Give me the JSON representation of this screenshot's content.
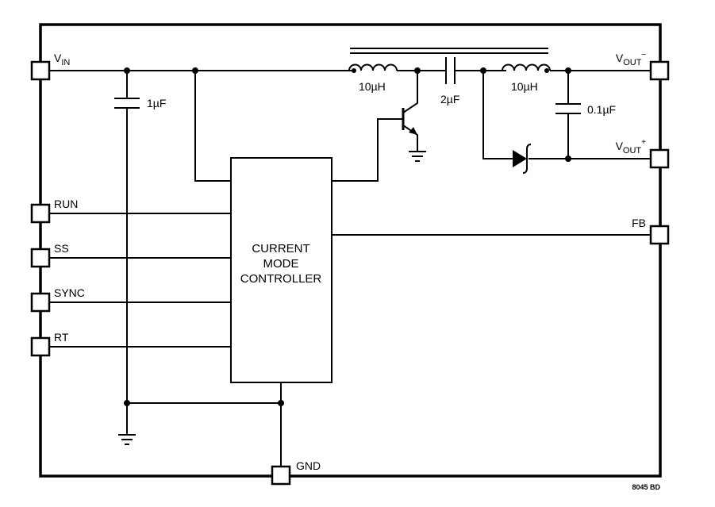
{
  "pins": {
    "vin": {
      "main": "V",
      "sub": "IN"
    },
    "vout_neg": {
      "main": "V",
      "sub": "OUT",
      "sup": "–"
    },
    "vout_pos": {
      "main": "V",
      "sub": "OUT",
      "sup": "+"
    },
    "run": "RUN",
    "ss": "SS",
    "sync": "SYNC",
    "rt": "RT",
    "fb": "FB",
    "gnd": "GND"
  },
  "components": {
    "c_in": "1µF",
    "l1": "10µH",
    "c_couple": "2µF",
    "l2": "10µH",
    "c_out": "0.1µF"
  },
  "controller": {
    "line1": "CURRENT",
    "line2": "MODE",
    "line3": "CONTROLLER"
  },
  "figure_id": "8045 BD"
}
